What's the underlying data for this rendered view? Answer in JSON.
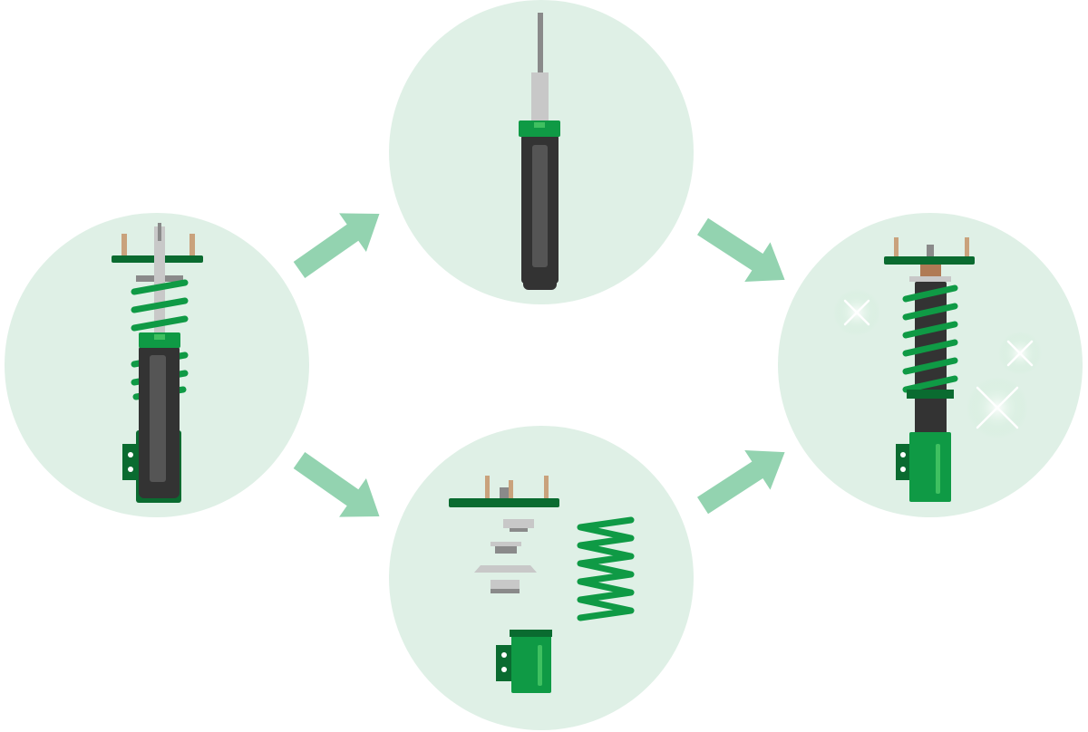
{
  "colors": {
    "background": "#ffffff",
    "circle": "#dff0e6",
    "arrow": "#93d3b0",
    "green": "#0f9a45",
    "green_dark": "#0a6b30",
    "green_light": "#3fc060",
    "body_dark": "#333333",
    "body_mid": "#555555",
    "silver": "#c8c8c8",
    "gray": "#8a8a8a",
    "tan": "#c9a27c",
    "bronze": "#b07a55"
  },
  "diagram": {
    "nodes": [
      {
        "id": "assembled-coilover",
        "icon": "coilover-icon"
      },
      {
        "id": "shock-absorber",
        "icon": "damper-icon"
      },
      {
        "id": "disassembled-parts",
        "icon": "parts-icon"
      },
      {
        "id": "refreshed-coilover",
        "icon": "sparkling-coilover-icon"
      }
    ],
    "edges": [
      {
        "from": "assembled-coilover",
        "to": "shock-absorber"
      },
      {
        "from": "assembled-coilover",
        "to": "disassembled-parts"
      },
      {
        "from": "shock-absorber",
        "to": "refreshed-coilover"
      },
      {
        "from": "disassembled-parts",
        "to": "refreshed-coilover"
      }
    ]
  }
}
